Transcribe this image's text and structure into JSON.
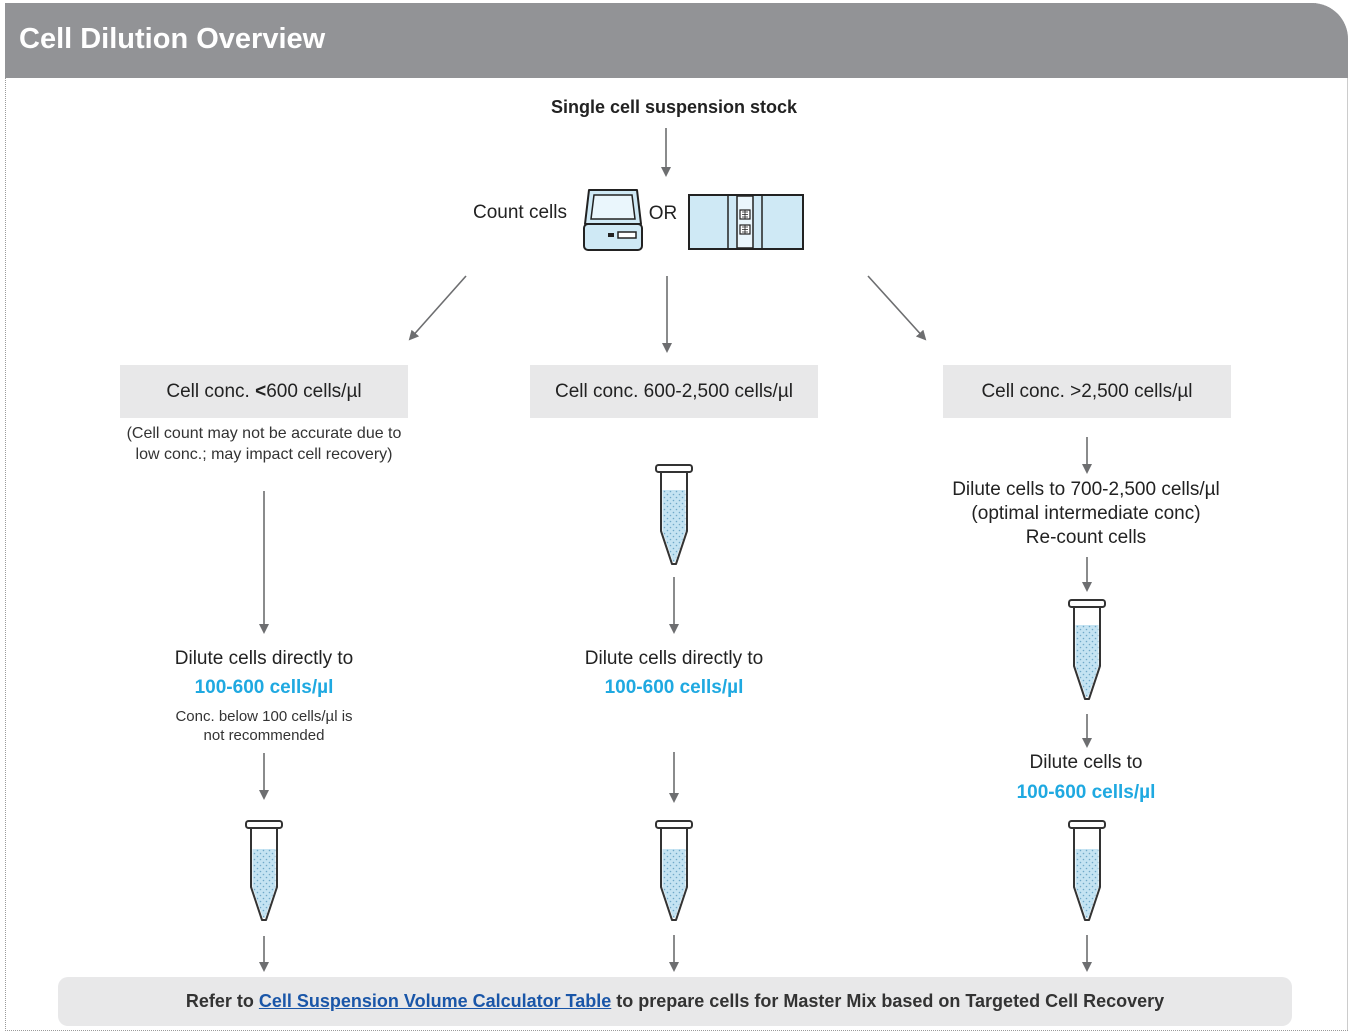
{
  "header": {
    "title": "Cell Dilution Overview"
  },
  "top": {
    "stock_label": "Single cell suspension stock",
    "count_label": "Count cells",
    "or_label": "OR"
  },
  "icons": {
    "counter": "automated-cell-counter-icon",
    "slide": "hemocytometer-slide-icon",
    "tube": "microcentrifuge-tube-icon"
  },
  "branches": {
    "low": {
      "box_prefix": "Cell conc. ",
      "box_symbol": "<",
      "box_suffix": "600 cells/µl",
      "note_line1": "(Cell count may not be accurate due to",
      "note_line2": "low conc.; may impact cell recovery)",
      "dilute_text": "Dilute cells directly to",
      "target": "100-600 cells/µl",
      "warn_line1": "Conc. below 100 cells/µl is",
      "warn_line2": "not recommended"
    },
    "mid": {
      "box_label": "Cell conc. 600-2,500 cells/µl",
      "dilute_text": "Dilute cells directly to",
      "target": "100-600 cells/µl"
    },
    "high": {
      "box_label": "Cell conc. >2,500 cells/µl",
      "step_line1": "Dilute cells to 700-2,500 cells/µl",
      "step_line2": "(optimal intermediate conc)",
      "step_line3": "Re-count cells",
      "dilute_text": "Dilute cells to",
      "target": "100-600 cells/µl"
    }
  },
  "footer": {
    "prefix": "Refer to ",
    "link": "Cell Suspension Volume Calculator Table",
    "suffix": " to prepare cells for Master Mix based on Targeted Cell Recovery"
  },
  "colors": {
    "header": "#929396",
    "box": "#e8e8e9",
    "accent": "#1fa9e1",
    "link": "#1a56a8",
    "arrow": "#6d6e70"
  }
}
